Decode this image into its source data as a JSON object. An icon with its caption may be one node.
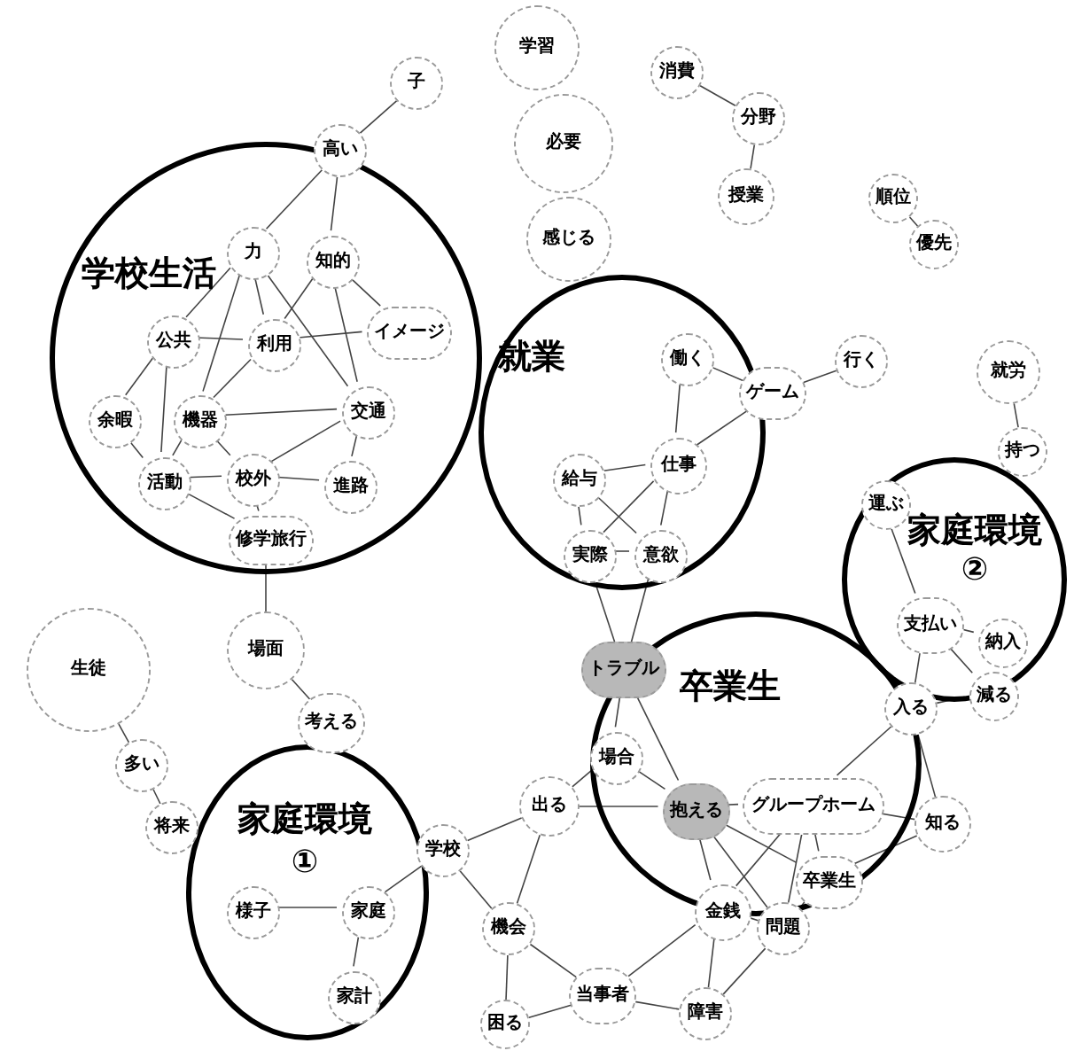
{
  "diagram": {
    "nodes": [
      {
        "text": [
          "子"
        ]
      },
      {
        "text": [
          "学習"
        ]
      },
      {
        "text": [
          "消費"
        ]
      },
      {
        "text": [
          "分野"
        ]
      },
      {
        "text": [
          "必要"
        ]
      },
      {
        "text": [
          "高い"
        ]
      },
      {
        "text": [
          "授業"
        ]
      },
      {
        "text": [
          "順位"
        ]
      },
      {
        "text": [
          "感じる"
        ]
      },
      {
        "text": [
          "優先"
        ]
      },
      {
        "text": [
          "学校生活"
        ]
      },
      {
        "text": [
          "力"
        ],
        "in": 10
      },
      {
        "text": [
          "知的"
        ],
        "in": 10
      },
      {
        "text": [
          "イメージ"
        ],
        "in": 10
      },
      {
        "text": [
          "公共"
        ],
        "in": 10
      },
      {
        "text": [
          "利用"
        ],
        "in": 10
      },
      {
        "text": [
          "機器"
        ],
        "in": 10
      },
      {
        "text": [
          "交通"
        ],
        "in": 10
      },
      {
        "text": [
          "余暇"
        ],
        "in": 10
      },
      {
        "text": [
          "活動"
        ],
        "in": 10
      },
      {
        "text": [
          "校外"
        ],
        "in": 10
      },
      {
        "text": [
          "進路"
        ],
        "in": 10
      },
      {
        "text": [
          "修学旅行"
        ],
        "in": 10
      },
      {
        "text": [
          "就業"
        ]
      },
      {
        "text": [
          "働く"
        ],
        "in": 23
      },
      {
        "text": [
          "ゲーム"
        ]
      },
      {
        "text": [
          "行く"
        ]
      },
      {
        "text": [
          "就労"
        ]
      },
      {
        "text": [
          "仕事"
        ],
        "in": 23
      },
      {
        "text": [
          "給与"
        ],
        "in": 23
      },
      {
        "text": [
          "持つ"
        ]
      },
      {
        "text": [
          "実際"
        ],
        "in": 23
      },
      {
        "text": [
          "意欲"
        ],
        "in": 23
      },
      {
        "text": [
          "家庭環境",
          "②"
        ]
      },
      {
        "text": [
          "運ぶ"
        ],
        "in": 33
      },
      {
        "text": [
          "支払い"
        ],
        "in": 33
      },
      {
        "text": [
          "納入"
        ],
        "in": 33
      },
      {
        "text": [
          "場面"
        ]
      },
      {
        "text": [
          "考える"
        ]
      },
      {
        "text": [
          "生徒"
        ]
      },
      {
        "text": [
          "トラブル"
        ]
      },
      {
        "text": [
          "卒業生"
        ]
      },
      {
        "text": [
          "減る"
        ],
        "in": 33
      },
      {
        "text": [
          "入る"
        ]
      },
      {
        "text": [
          "多い"
        ]
      },
      {
        "text": [
          "場合"
        ],
        "in": 41
      },
      {
        "text": [
          "出る"
        ]
      },
      {
        "text": [
          "抱える"
        ],
        "in": 41
      },
      {
        "text": [
          "グループホーム"
        ],
        "in": 41
      },
      {
        "text": [
          "知る"
        ]
      },
      {
        "text": [
          "家庭環境",
          "①"
        ]
      },
      {
        "text": [
          "将来"
        ]
      },
      {
        "text": [
          "学校"
        ]
      },
      {
        "text": [
          "卒業生"
        ],
        "in": 41
      },
      {
        "text": [
          "金銭"
        ],
        "in": 41
      },
      {
        "text": [
          "様子"
        ],
        "in": 50
      },
      {
        "text": [
          "家庭"
        ],
        "in": 50
      },
      {
        "text": [
          "問題"
        ]
      },
      {
        "text": [
          "機会"
        ]
      },
      {
        "text": [
          "家計"
        ],
        "in": 50
      },
      {
        "text": [
          "当事者"
        ]
      },
      {
        "text": [
          "障害"
        ]
      },
      {
        "text": [
          "困る"
        ]
      }
    ],
    "edges": [
      {
        "from": 0,
        "to": 5,
        "arrow": "none"
      },
      {
        "from": 5,
        "to": 11,
        "arrow": "none"
      },
      {
        "from": 5,
        "to": 12,
        "arrow": "none"
      },
      {
        "from": 2,
        "to": 3,
        "arrow": "none"
      },
      {
        "from": 3,
        "to": 6,
        "arrow": "none"
      },
      {
        "from": 7,
        "to": 9,
        "arrow": "none"
      },
      {
        "from": 27,
        "to": 30,
        "arrow": "none"
      },
      {
        "from": 11,
        "to": 14,
        "arrow": "none"
      },
      {
        "from": 11,
        "to": 15,
        "arrow": "none"
      },
      {
        "from": 11,
        "to": 16,
        "arrow": "none"
      },
      {
        "from": 11,
        "to": 17,
        "arrow": "none"
      },
      {
        "from": 12,
        "to": 15,
        "arrow": "none"
      },
      {
        "from": 12,
        "to": 13,
        "arrow": "none"
      },
      {
        "from": 12,
        "to": 17,
        "arrow": "none"
      },
      {
        "from": 13,
        "to": 15,
        "arrow": "none"
      },
      {
        "from": 14,
        "to": 15,
        "arrow": "none"
      },
      {
        "from": 14,
        "to": 18,
        "arrow": "none"
      },
      {
        "from": 14,
        "to": 19,
        "arrow": "none"
      },
      {
        "from": 15,
        "to": 16,
        "arrow": "none"
      },
      {
        "from": 16,
        "to": 17,
        "arrow": "none"
      },
      {
        "from": 16,
        "to": 19,
        "arrow": "none"
      },
      {
        "from": 16,
        "to": 20,
        "arrow": "none"
      },
      {
        "from": 17,
        "to": 21,
        "arrow": "none"
      },
      {
        "from": 17,
        "to": 20,
        "arrow": "none"
      },
      {
        "from": 18,
        "to": 19,
        "arrow": "none"
      },
      {
        "from": 19,
        "to": 20,
        "arrow": "none"
      },
      {
        "from": 20,
        "to": 22,
        "arrow": "none"
      },
      {
        "from": 19,
        "to": 22,
        "arrow": "none"
      },
      {
        "from": 20,
        "to": 21,
        "arrow": "none"
      },
      {
        "from": 22,
        "to": 37,
        "arrow": "none"
      },
      {
        "from": 37,
        "to": 38,
        "arrow": "none"
      },
      {
        "from": 39,
        "to": 44,
        "arrow": "none"
      },
      {
        "from": 44,
        "to": 51,
        "arrow": "none"
      },
      {
        "from": 24,
        "to": 25,
        "arrow": "none"
      },
      {
        "from": 24,
        "to": 28,
        "arrow": "none"
      },
      {
        "from": 25,
        "to": 26,
        "arrow": "none"
      },
      {
        "from": 25,
        "to": 28,
        "arrow": "none"
      },
      {
        "from": 28,
        "to": 29,
        "arrow": "none"
      },
      {
        "from": 28,
        "to": 31,
        "arrow": "none"
      },
      {
        "from": 28,
        "to": 32,
        "arrow": "none"
      },
      {
        "from": 29,
        "to": 31,
        "arrow": "none"
      },
      {
        "from": 29,
        "to": 32,
        "arrow": "none"
      },
      {
        "from": 31,
        "to": 32,
        "arrow": "none"
      },
      {
        "from": 31,
        "to": 40,
        "arrow": "none"
      },
      {
        "from": 32,
        "to": 40,
        "arrow": "none"
      },
      {
        "from": 40,
        "to": 45,
        "arrow": "none"
      },
      {
        "from": 40,
        "to": 47,
        "arrow": "none"
      },
      {
        "from": 45,
        "to": 46,
        "arrow": "none"
      },
      {
        "from": 45,
        "to": 47,
        "arrow": "none"
      },
      {
        "from": 46,
        "to": 47,
        "arrow": "none"
      },
      {
        "from": 46,
        "to": 52,
        "arrow": "none"
      },
      {
        "from": 46,
        "to": 58,
        "arrow": "none"
      },
      {
        "from": 34,
        "to": 35,
        "arrow": "none"
      },
      {
        "from": 35,
        "to": 36,
        "arrow": "none"
      },
      {
        "from": 35,
        "to": 42,
        "arrow": "none"
      },
      {
        "from": 35,
        "to": 43,
        "arrow": "none"
      },
      {
        "from": 43,
        "to": 42,
        "arrow": "none"
      },
      {
        "from": 43,
        "to": 49,
        "arrow": "none"
      },
      {
        "from": 43,
        "to": 48,
        "arrow": "none"
      },
      {
        "from": 47,
        "to": 48,
        "arrow": "none"
      },
      {
        "from": 47,
        "to": 53,
        "arrow": "none"
      },
      {
        "from": 47,
        "to": 54,
        "arrow": "none"
      },
      {
        "from": 47,
        "to": 57,
        "arrow": "none"
      },
      {
        "from": 48,
        "to": 49,
        "arrow": "none"
      },
      {
        "from": 48,
        "to": 54,
        "arrow": "none"
      },
      {
        "from": 48,
        "to": 57,
        "arrow": "none"
      },
      {
        "from": 48,
        "to": 53,
        "arrow": "none"
      },
      {
        "from": 53,
        "to": 49,
        "arrow": "none"
      },
      {
        "from": 53,
        "to": 57,
        "arrow": "none"
      },
      {
        "from": 54,
        "to": 57,
        "arrow": "none"
      },
      {
        "from": 54,
        "to": 60,
        "arrow": "none"
      },
      {
        "from": 54,
        "to": 61,
        "arrow": "none"
      },
      {
        "from": 57,
        "to": 61,
        "arrow": "none"
      },
      {
        "from": 52,
        "to": 56,
        "arrow": "none"
      },
      {
        "from": 52,
        "to": 58,
        "arrow": "none"
      },
      {
        "from": 58,
        "to": 62,
        "arrow": "none"
      },
      {
        "from": 58,
        "to": 60,
        "arrow": "none"
      },
      {
        "from": 60,
        "to": 62,
        "arrow": "none"
      },
      {
        "from": 60,
        "to": 61,
        "arrow": "none"
      },
      {
        "from": 55,
        "to": 56,
        "arrow": "none"
      },
      {
        "from": 56,
        "to": 59,
        "arrow": "none"
      }
    ]
  }
}
